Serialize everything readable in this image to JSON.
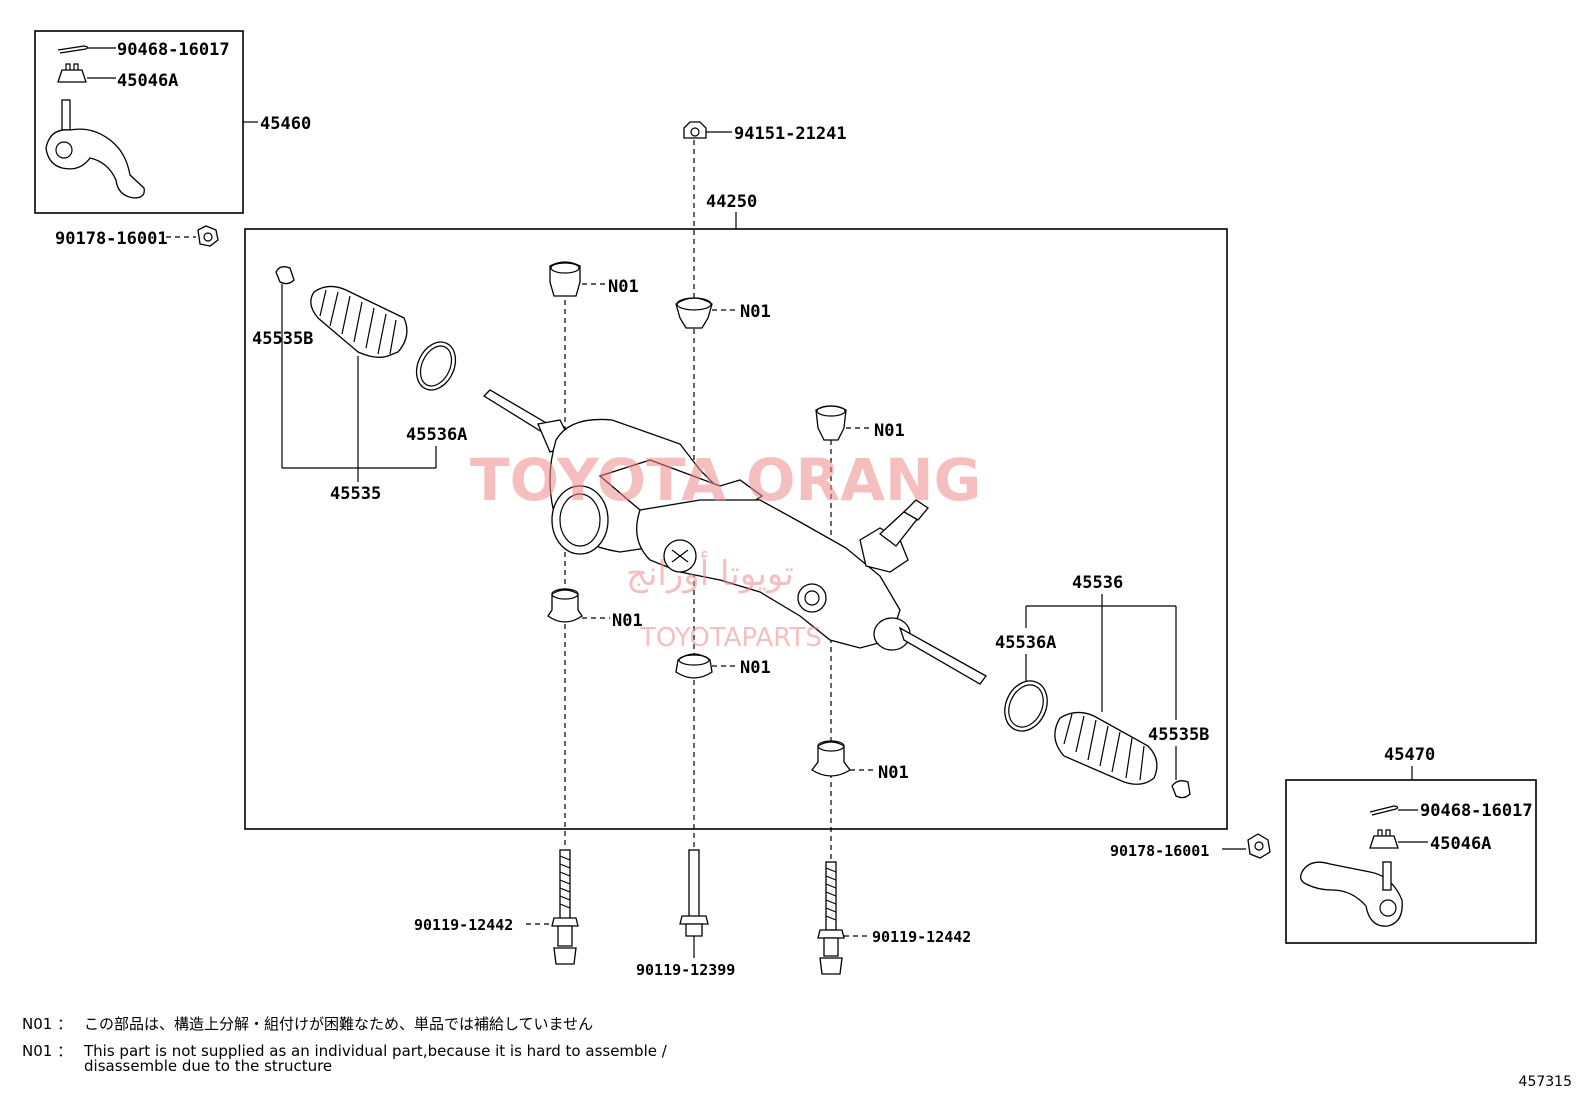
{
  "watermark": {
    "main": "TOYOTA ORANG",
    "arabic": "تويوتا أورانج",
    "sub": "TOYOTAPARTS"
  },
  "callouts": {
    "cotter_pin_left": "90468-16017",
    "nut_left": "45046A",
    "tie_rod_end_left": "45460",
    "lock_nut_left": "90178-16001",
    "bolt_top": "94151-21241",
    "gear_assy": "44250",
    "clip_left": "45535B",
    "boot_left": "45535",
    "ring_left": "45536A",
    "boot_right": "45536",
    "ring_right": "45536A",
    "clip_right": "45535B",
    "tie_rod_end_right": "45470",
    "cotter_pin_right": "90468-16017",
    "nut_right": "45046A",
    "lock_nut_right": "90178-16001",
    "bolt_left": "90119-12442",
    "bolt_center": "90119-12399",
    "bolt_right": "90119-12442",
    "n01": "N01"
  },
  "notes": {
    "jp_code": "N01 ：",
    "jp_text": "この部品は、構造上分解・組付けが困難なため、単品では補給していません",
    "en_code": "N01 ：",
    "en_text_1": "This part is not supplied as an individual part,because it is hard to assemble /",
    "en_text_2": "disassemble due to the structure"
  },
  "diagram_id": "457315"
}
